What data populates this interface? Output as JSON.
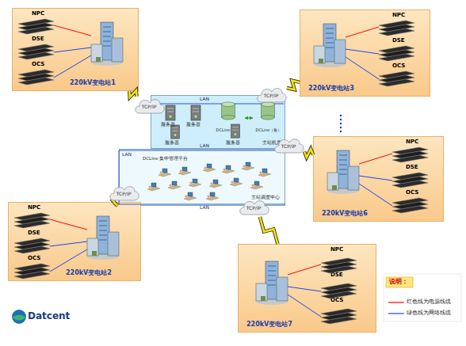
{
  "diagram": {
    "nodes": [
      {
        "text": [
          "220kV变电站1"
        ]
      },
      {
        "text": [
          "220kV变电站3"
        ]
      },
      {
        "text": [
          "TCP/IP"
        ]
      },
      {
        "text": [
          "TCP/IP"
        ]
      },
      {
        "text": [
          "主站机房"
        ]
      },
      {
        "text": [
          "DCLine（主）"
        ],
        "in": 4
      },
      {
        "text": [
          "DCLine（备）"
        ],
        "in": 4
      },
      {
        "text": [
          "TCP/IP"
        ]
      },
      {
        "text": [
          "220kV变电站6"
        ]
      },
      {
        "text": [
          "主站调度中心"
        ]
      },
      {
        "text": [
          "TCP/IP"
        ]
      },
      {
        "text": [
          "TCP/IP"
        ]
      },
      {
        "text": [
          "220kV变电站2"
        ]
      },
      {
        "text": [
          "220kV变电站7"
        ]
      }
    ],
    "edges": [
      {
        "from": 0,
        "to": 2,
        "arrow": "none"
      },
      {
        "from": 1,
        "to": 3,
        "arrow": "none"
      },
      {
        "from": 5,
        "to": 6,
        "arrow": "both"
      },
      {
        "from": 8,
        "to": 7,
        "arrow": "none"
      },
      {
        "from": 12,
        "to": 10,
        "arrow": "none"
      },
      {
        "from": 13,
        "to": 11,
        "arrow": "none"
      }
    ],
    "labels": [
      "LAN",
      "LAN",
      "LAN",
      "LAN",
      "服务器",
      "服务器",
      "服务器",
      "服务器",
      "DCLine 集中管理平台",
      "NPC",
      "DSE",
      "OCS",
      "NPC",
      "DSE",
      "OCS",
      "NPC",
      "DSE",
      "OCS",
      "NPC",
      "DSE",
      "OCS",
      "NPC",
      "DSE",
      "OCS",
      "说明：",
      "Datcent"
    ],
    "legend": [
      {
        "text": "红色线为电源线缆"
      },
      {
        "text": "绿色线为网络线缆"
      }
    ]
  }
}
